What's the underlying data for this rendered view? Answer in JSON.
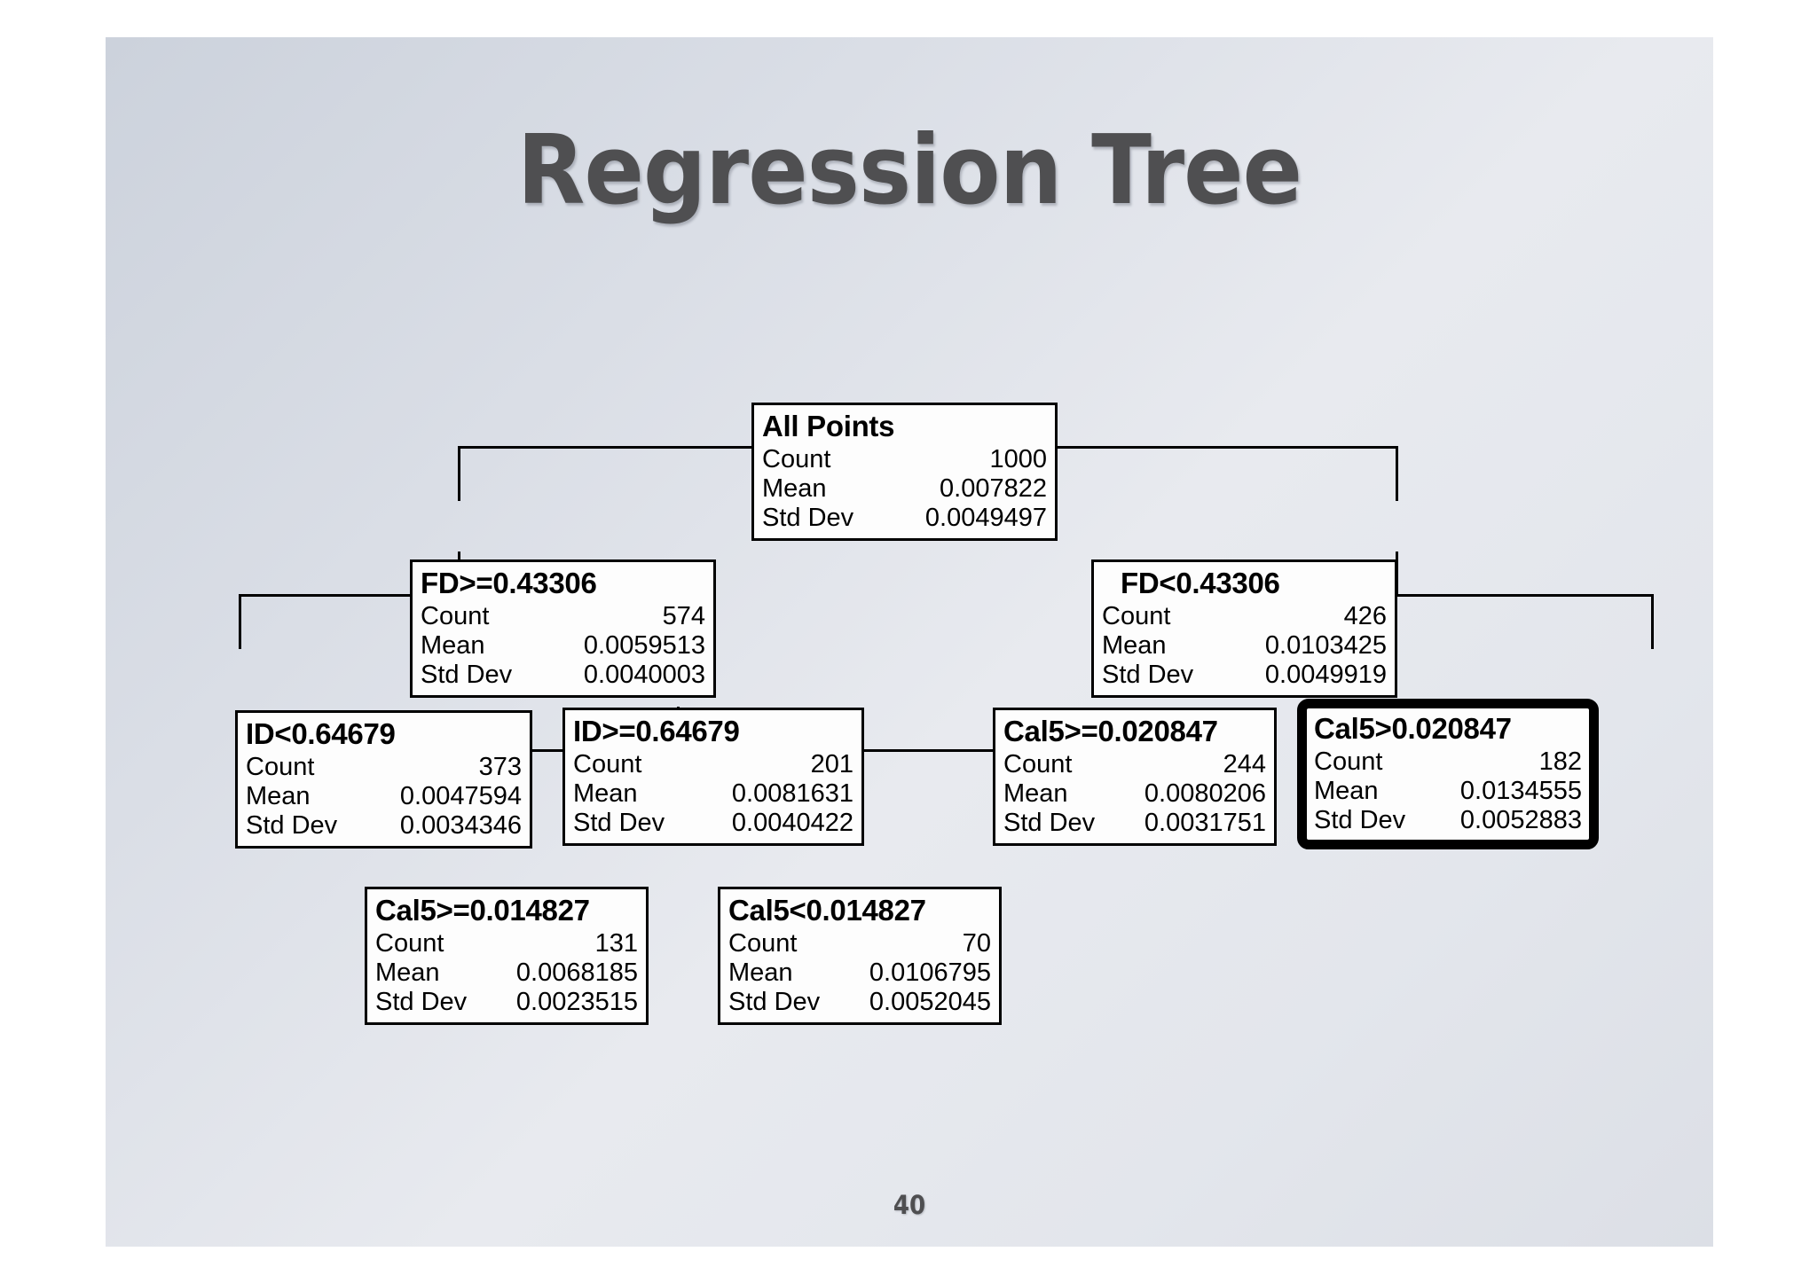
{
  "slide": {
    "title": "Regression Tree",
    "page_number": "40",
    "title_color": "#4f4f51",
    "background_colors": [
      "#ccd2dc",
      "#e8eaef",
      "#dcdfe6"
    ]
  },
  "labels": {
    "count": "Count",
    "mean": "Mean",
    "std_dev": "Std Dev"
  },
  "chart_data": {
    "type": "diagram",
    "title": "Regression Tree",
    "nodes": [
      {
        "id": "root",
        "title": "All Points",
        "count": "1000",
        "mean": "0.007822",
        "std_dev": "0.0049497",
        "level": 0,
        "highlighted": false,
        "parent": null
      },
      {
        "id": "fd-ge",
        "title": "FD>=0.43306",
        "count": "574",
        "mean": "0.0059513",
        "std_dev": "0.0040003",
        "level": 1,
        "highlighted": false,
        "parent": "root"
      },
      {
        "id": "fd-lt",
        "title": "FD<0.43306",
        "count": "426",
        "mean": "0.0103425",
        "std_dev": "0.0049919",
        "level": 1,
        "highlighted": false,
        "parent": "root"
      },
      {
        "id": "id-lt",
        "title": "ID<0.64679",
        "count": "373",
        "mean": "0.0047594",
        "std_dev": "0.0034346",
        "level": 2,
        "highlighted": false,
        "parent": "fd-ge"
      },
      {
        "id": "id-ge",
        "title": "ID>=0.64679",
        "count": "201",
        "mean": "0.0081631",
        "std_dev": "0.0040422",
        "level": 2,
        "highlighted": false,
        "parent": "fd-ge"
      },
      {
        "id": "cal5-ge-020847",
        "title": "Cal5>=0.020847",
        "count": "244",
        "mean": "0.0080206",
        "std_dev": "0.0031751",
        "level": 2,
        "highlighted": false,
        "parent": "fd-lt"
      },
      {
        "id": "cal5-gt-020847",
        "title": "Cal5>0.020847",
        "count": "182",
        "mean": "0.0134555",
        "std_dev": "0.0052883",
        "level": 2,
        "highlighted": true,
        "parent": "fd-lt"
      },
      {
        "id": "cal5-ge-014827",
        "title": "Cal5>=0.014827",
        "count": "131",
        "mean": "0.0068185",
        "std_dev": "0.0023515",
        "level": 3,
        "highlighted": false,
        "parent": "id-ge"
      },
      {
        "id": "cal5-lt-014827",
        "title": "Cal5<0.014827",
        "count": "70",
        "mean": "0.0106795",
        "std_dev": "0.0052045",
        "level": 3,
        "highlighted": false,
        "parent": "id-ge"
      }
    ]
  }
}
